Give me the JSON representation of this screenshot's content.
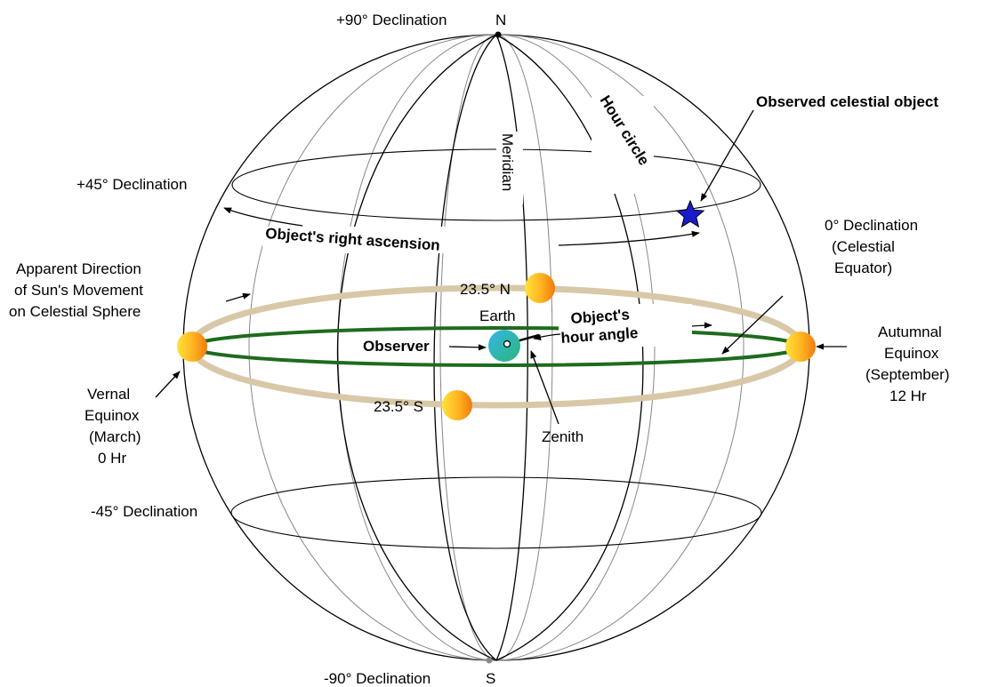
{
  "labels": {
    "north_declination": "+90°  Declination",
    "north_pole": "N",
    "south_declination": "-90°  Declination",
    "south_pole": "S",
    "plus45": "+45° Declination",
    "minus45": "-45° Declination",
    "meridian": "Meridian",
    "hour_circle": "Hour circle",
    "observed_object": "Observed celestial object",
    "right_ascension": "Object's right ascension",
    "equator_line1": "0° Declination",
    "equator_line2": "(Celestial",
    "equator_line3": "Equator)",
    "apparent_line1": "Apparent Direction",
    "apparent_line2": "of Sun's Movement",
    "apparent_line3": "on Celestial Sphere",
    "tropic_north": "23.5° N",
    "tropic_south": "23.5° S",
    "earth": "Earth",
    "observer": "Observer",
    "hour_angle_line1": "Object's",
    "hour_angle_line2": "hour angle",
    "zenith": "Zenith",
    "vernal_line1": "Vernal",
    "vernal_line2": "Equinox",
    "vernal_line3": "(March)",
    "vernal_line4": "0 Hr",
    "autumnal_line1": "Autumnal",
    "autumnal_line2": "Equinox",
    "autumnal_line3": "(September)",
    "autumnal_line4": "12 Hr"
  },
  "colors": {
    "ecliptic": "#d8c8a8",
    "equator": "#1e6b1e",
    "star": "#1a1acc",
    "sun_light": "#ffe23a",
    "sun_dark": "#f07a10",
    "earth_light": "#34b5e8",
    "earth_dark": "#2bb67a"
  }
}
